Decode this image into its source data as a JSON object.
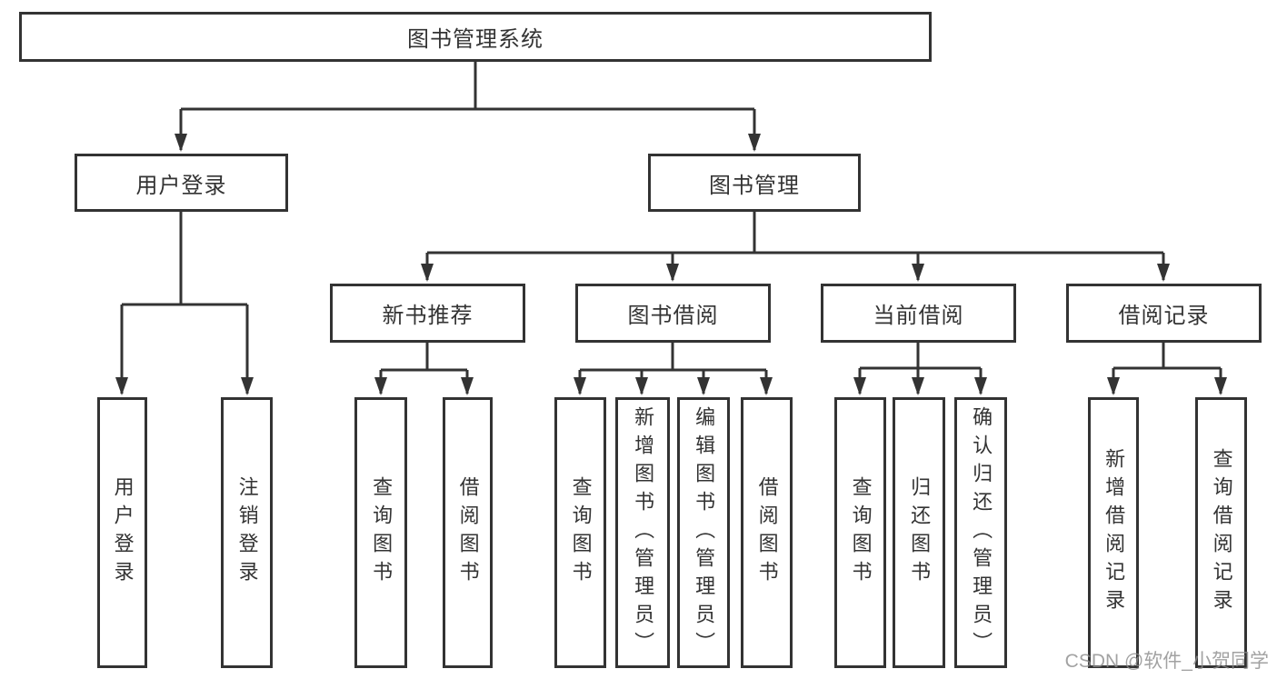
{
  "colors": {
    "line": "#333333",
    "text": "#333333",
    "box_fill": "#ffffff",
    "background": "#ffffff",
    "watermark": "#8c8c8c"
  },
  "watermark": {
    "text": "CSDN @软件_小贺同学"
  },
  "tree": {
    "root": {
      "label": "图书管理系统"
    },
    "user_login": {
      "label": "用户登录",
      "children": [
        {
          "label": "用户登录"
        },
        {
          "label": "注销登录"
        }
      ]
    },
    "book_mgmt": {
      "label": "图书管理",
      "sections": [
        {
          "label": "新书推荐",
          "children": [
            {
              "label": "查询图书"
            },
            {
              "label": "借阅图书"
            }
          ]
        },
        {
          "label": "图书借阅",
          "children": [
            {
              "label": "查询图书"
            },
            {
              "label": "新增图书（管理员）"
            },
            {
              "label": "编辑图书（管理员）"
            },
            {
              "label": "借阅图书"
            }
          ]
        },
        {
          "label": "当前借阅",
          "children": [
            {
              "label": "查询图书"
            },
            {
              "label": "归还图书"
            },
            {
              "label": "确认归还（管理员）"
            }
          ]
        },
        {
          "label": "借阅记录",
          "children": [
            {
              "label": "新增借阅记录"
            },
            {
              "label": "查询借阅记录"
            }
          ]
        }
      ]
    }
  }
}
